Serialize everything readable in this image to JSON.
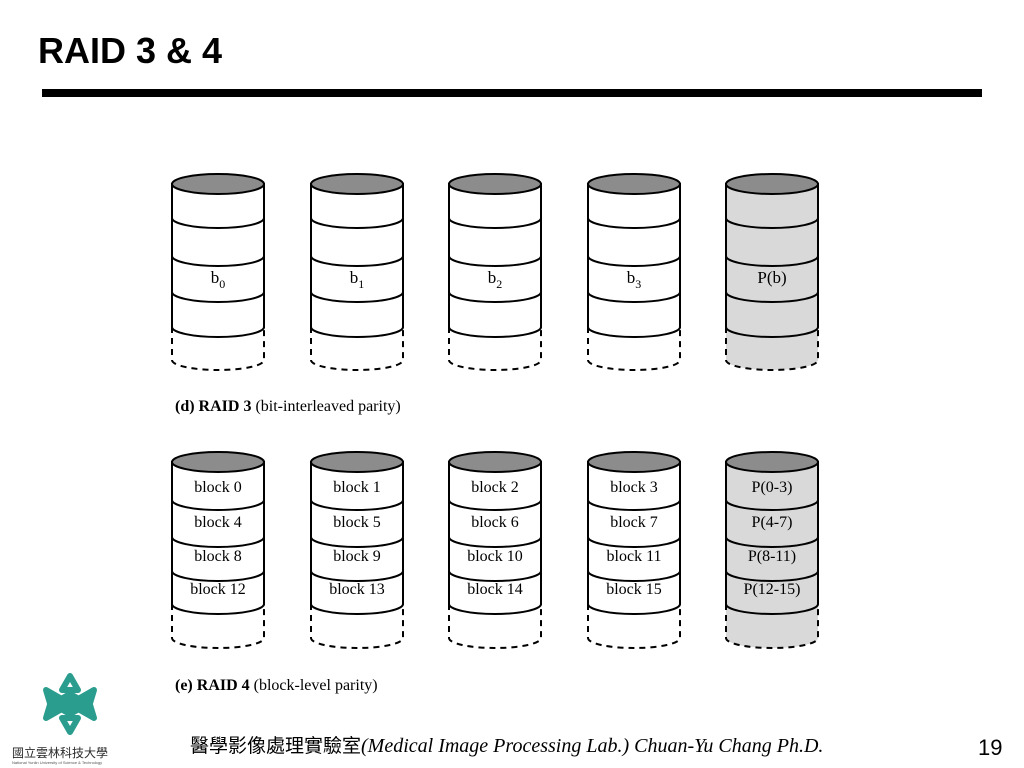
{
  "slide": {
    "title": "RAID 3 & 4",
    "page_number": "19"
  },
  "raid3": {
    "caption_label": "(d) RAID 3",
    "caption_desc": "(bit-interleaved parity)",
    "disks": [
      {
        "base": "b",
        "sub": "0"
      },
      {
        "base": "b",
        "sub": "1"
      },
      {
        "base": "b",
        "sub": "2"
      },
      {
        "base": "b",
        "sub": "3"
      },
      {
        "base": "P(b)",
        "sub": ""
      }
    ]
  },
  "raid4": {
    "caption_label": "(e) RAID 4",
    "caption_desc": "(block-level parity)",
    "disks": [
      [
        "block 0",
        "block 4",
        "block 8",
        "block 12"
      ],
      [
        "block 1",
        "block 5",
        "block 9",
        "block 13"
      ],
      [
        "block 2",
        "block 6",
        "block 10",
        "block 14"
      ],
      [
        "block 3",
        "block 7",
        "block 11",
        "block 15"
      ],
      [
        "P(0-3)",
        "P(4-7)",
        "P(8-11)",
        "P(12-15)"
      ]
    ]
  },
  "footer": {
    "lab_name_cn": "醫學影像處理實驗室",
    "lab_name_en": "(Medical Image Processing Lab.) Chuan-Yu Chang Ph.D."
  },
  "logo": {
    "text": "國立雲林科技大學",
    "subtext": "National Yunlin University of Science & Technology"
  },
  "colors": {
    "data_disk": "#ffffff",
    "parity_disk": "#d9d9d9",
    "disk_top": "#8c8c8c",
    "logo_teal": "#2a9d8f"
  }
}
